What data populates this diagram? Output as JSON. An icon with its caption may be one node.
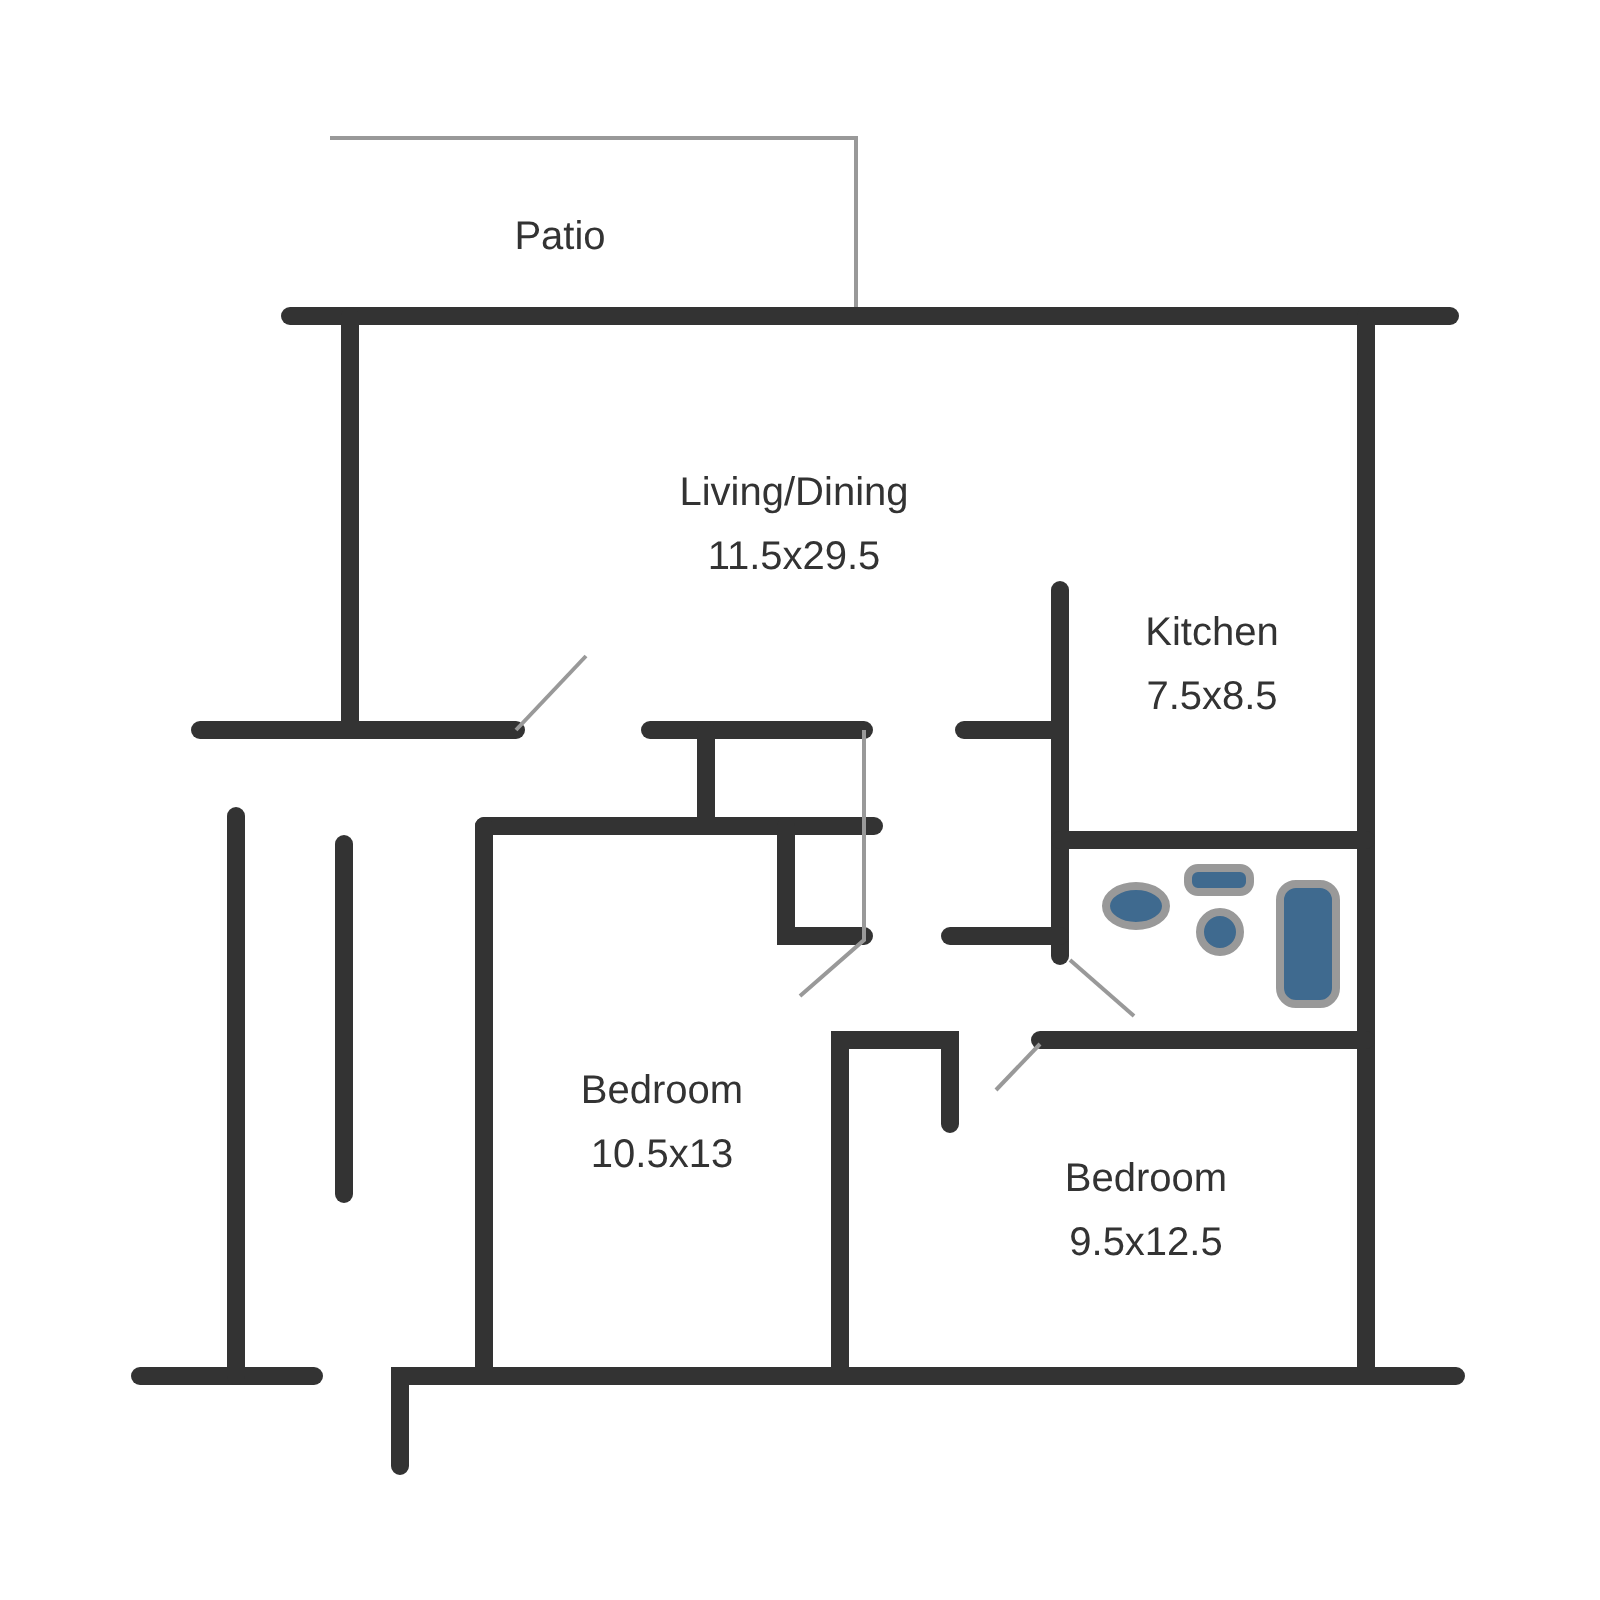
{
  "diagram": {
    "labels": [
      "Patio",
      "Living/Dining",
      "11.5x29.5",
      "Kitchen",
      "7.5x8.5",
      "Bedroom",
      "10.5x13",
      "Bedroom",
      "9.5x12.5"
    ]
  }
}
